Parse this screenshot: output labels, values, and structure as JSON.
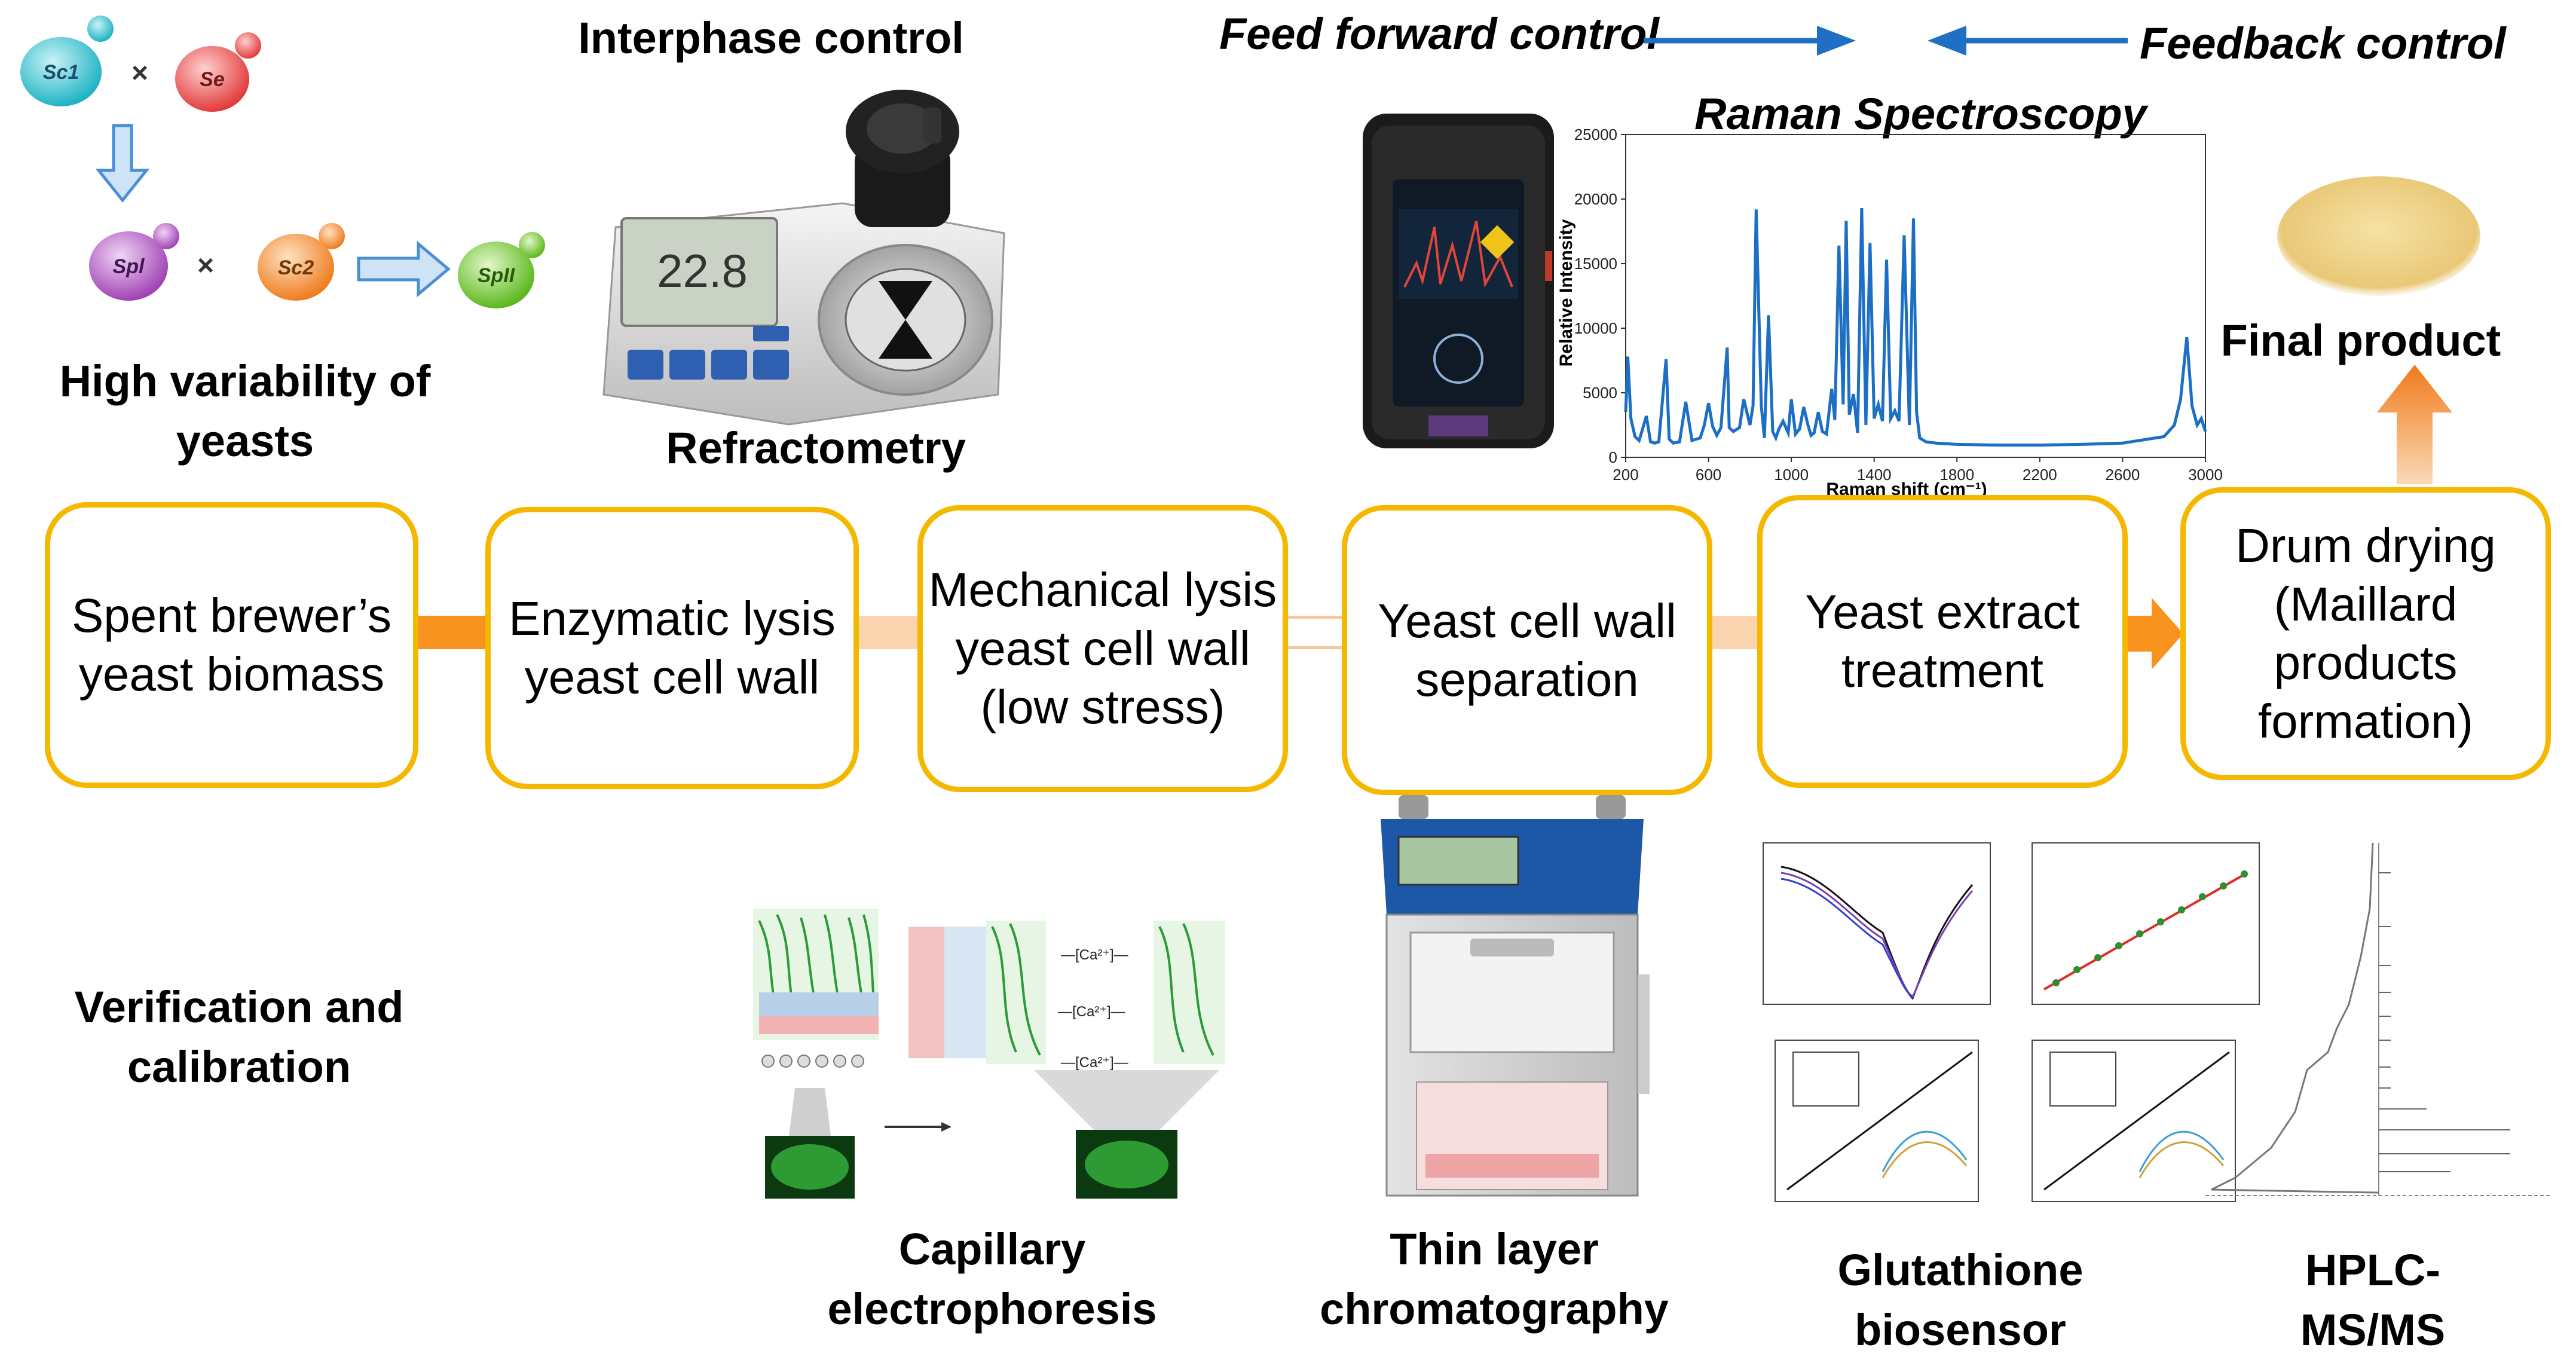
{
  "colors": {
    "box_border": "#f5b800",
    "connector": "#f7931e",
    "connector_light": "#fbd5b0",
    "arrow_blue": "#1f6fc4",
    "raman_line": "#1c6fc4"
  },
  "labels": {
    "variability": [
      "High variability of",
      "yeasts"
    ],
    "interphase": "Interphase control",
    "refractometry": "Refractometry",
    "feed_forward": "Feed forward control",
    "feedback": "Feedback control",
    "final_product": "Final product",
    "verification": [
      "Verification and",
      "calibration"
    ],
    "capillary": [
      "Capillary",
      "electrophoresis"
    ],
    "tlc": [
      "Thin layer",
      "chromatography"
    ],
    "biosensor": [
      "Glutathione",
      "biosensor"
    ],
    "hplc": [
      "HPLC-",
      "MS/MS"
    ]
  },
  "yeast_cells": [
    "Sc1",
    "Se",
    "Spl",
    "Sc2",
    "SpII"
  ],
  "refractometer": {
    "value": "22.8"
  },
  "process_steps": [
    {
      "lines": [
        "Spent brewer’s",
        "yeast biomass"
      ]
    },
    {
      "lines": [
        "Enzymatic lysis",
        "yeast cell wall"
      ]
    },
    {
      "lines": [
        "Mechanical lysis",
        "yeast cell wall",
        "(low stress)"
      ]
    },
    {
      "lines": [
        "Yeast cell wall",
        "separation"
      ]
    },
    {
      "lines": [
        "Yeast extract",
        "treatment"
      ]
    },
    {
      "lines": [
        "Drum drying",
        "(Maillard",
        "products",
        "formation)"
      ]
    }
  ],
  "chart_data": {
    "type": "line",
    "title": "Raman Spectroscopy",
    "xlabel": "Raman shift (cm⁻¹)",
    "ylabel": "Relative Intensity",
    "xlim": [
      200,
      3000
    ],
    "ylim": [
      0,
      25000
    ],
    "xticks": [
      200,
      600,
      1000,
      1400,
      1800,
      2200,
      2600,
      3000
    ],
    "yticks": [
      0,
      5000,
      10000,
      15000,
      20000,
      25000
    ],
    "x": [
      200,
      210,
      225,
      245,
      265,
      300,
      320,
      340,
      360,
      395,
      410,
      430,
      460,
      490,
      520,
      560,
      580,
      600,
      620,
      640,
      660,
      690,
      700,
      720,
      750,
      770,
      800,
      815,
      830,
      855,
      870,
      890,
      910,
      925,
      940,
      960,
      985,
      1000,
      1020,
      1040,
      1060,
      1080,
      1095,
      1110,
      1130,
      1150,
      1170,
      1195,
      1210,
      1230,
      1250,
      1265,
      1280,
      1300,
      1320,
      1340,
      1360,
      1380,
      1400,
      1420,
      1440,
      1460,
      1480,
      1500,
      1520,
      1545,
      1570,
      1590,
      1605,
      1620,
      1650,
      1700,
      1800,
      2000,
      2200,
      2400,
      2600,
      2800,
      2850,
      2880,
      2910,
      2935,
      2960,
      2980,
      3000
    ],
    "y": [
      3500,
      7800,
      3000,
      1600,
      1300,
      3200,
      1200,
      1100,
      1200,
      7600,
      1400,
      1100,
      1200,
      4300,
      1300,
      1500,
      2500,
      4200,
      2400,
      1700,
      2300,
      8500,
      2300,
      2000,
      2300,
      4500,
      2500,
      4000,
      19200,
      4000,
      1500,
      11000,
      2000,
      1500,
      2200,
      2800,
      1900,
      4500,
      1800,
      2200,
      3900,
      2500,
      1700,
      1900,
      3500,
      2000,
      1800,
      5300,
      2900,
      16400,
      4100,
      18300,
      3300,
      4900,
      1900,
      19300,
      2500,
      16600,
      3000,
      4100,
      2800,
      15300,
      3000,
      3600,
      2800,
      17200,
      2500,
      18500,
      3500,
      1500,
      1200,
      1100,
      1000,
      950,
      950,
      1000,
      1100,
      1600,
      2500,
      4500,
      9300,
      4000,
      2500,
      3000,
      2000
    ]
  }
}
